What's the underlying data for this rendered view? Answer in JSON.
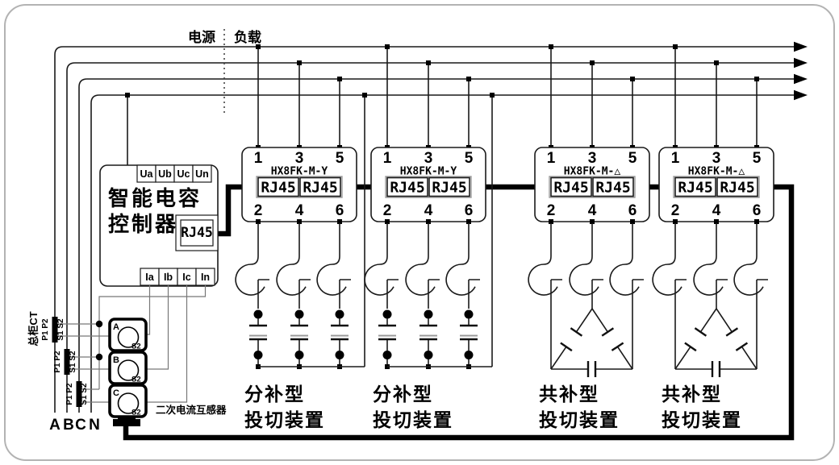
{
  "header": {
    "power_label": "电源",
    "load_label": "负载"
  },
  "bus": {
    "phase_labels": [
      "A",
      "B",
      "C",
      "N"
    ]
  },
  "controller": {
    "title_line1": "智能电容",
    "title_line2": "控制器",
    "top_terminals": [
      "Ua",
      "Ub",
      "Uc",
      "Un"
    ],
    "bottom_terminals": [
      "Ia",
      "Ib",
      "Ic",
      "In"
    ],
    "port_label": "RJ45"
  },
  "devices": [
    {
      "model": "HX8FK-M-Y",
      "top_terminals": [
        "1",
        "3",
        "5"
      ],
      "bottom_terminals": [
        "2",
        "4",
        "6"
      ],
      "port_left": "RJ45",
      "port_right": "RJ45",
      "caption_line1": "分补型",
      "caption_line2": "投切装置"
    },
    {
      "model": "HX8FK-M-Y",
      "top_terminals": [
        "1",
        "3",
        "5"
      ],
      "bottom_terminals": [
        "2",
        "4",
        "6"
      ],
      "port_left": "RJ45",
      "port_right": "RJ45",
      "caption_line1": "分补型",
      "caption_line2": "投切装置"
    },
    {
      "model": "HX8FK-M-△",
      "top_terminals": [
        "1",
        "3",
        "5"
      ],
      "bottom_terminals": [
        "2",
        "4",
        "6"
      ],
      "port_left": "RJ45",
      "port_right": "RJ45",
      "caption_line1": "共补型",
      "caption_line2": "投切装置"
    },
    {
      "model": "HX8FK-M-△",
      "top_terminals": [
        "1",
        "3",
        "5"
      ],
      "bottom_terminals": [
        "2",
        "4",
        "6"
      ],
      "port_left": "RJ45",
      "port_right": "RJ45",
      "caption_line1": "共补型",
      "caption_line2": "投切装置"
    }
  ],
  "ct": {
    "panel_label": "总柜CT",
    "primary_terminals": "P1 P2",
    "secondary_terminals": "S1 S2",
    "units": [
      {
        "name": "A",
        "terminal": "S2"
      },
      {
        "name": "B",
        "terminal": "S2"
      },
      {
        "name": "C",
        "terminal": "S2"
      }
    ],
    "caption": "二次电流互感器"
  },
  "colors": {
    "line": "#1a1a1a",
    "thin_wire": "#777777",
    "thick_bus": "#000000",
    "background": "#ffffff",
    "border": "#b3b3b3"
  }
}
